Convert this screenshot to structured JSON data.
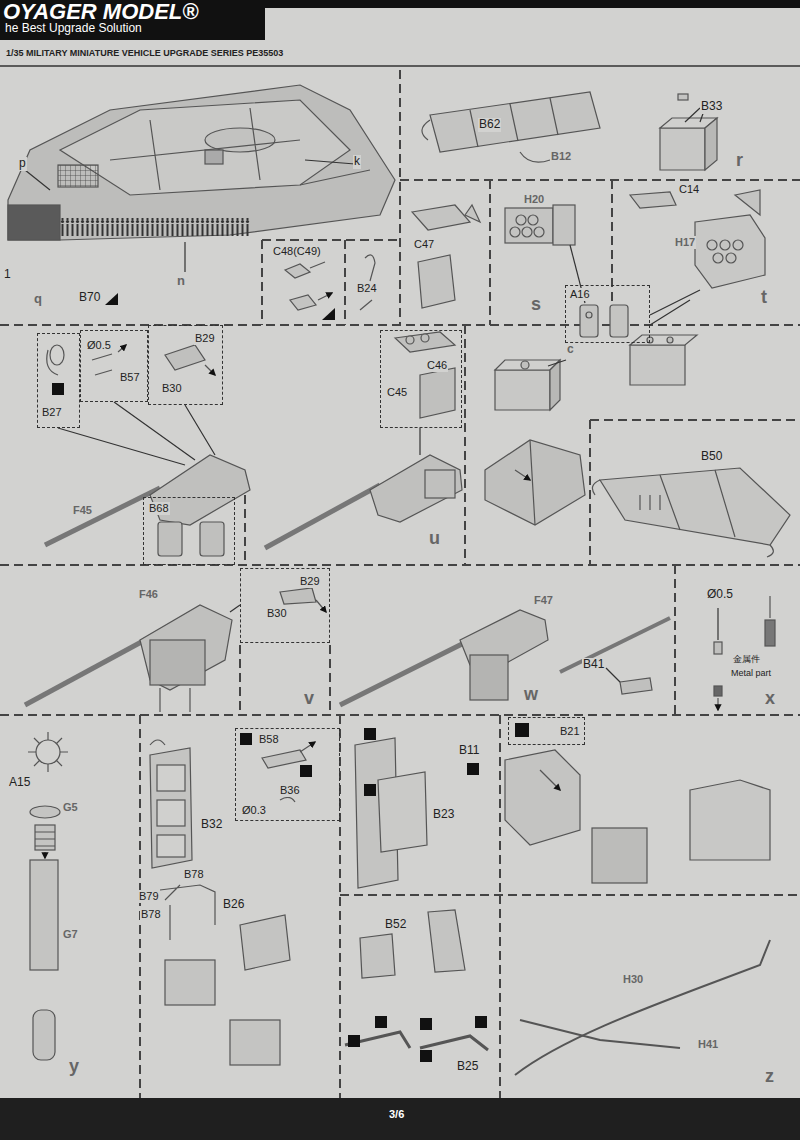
{
  "diagram": {
    "title": "1/35 MILITARY MINIATURE VEHICLE UPGRADE SERIES PE35503",
    "nodes": [
      {
        "text": [
          "A16"
        ]
      },
      {
        "text": [
          "B27"
        ]
      },
      {
        "text": [
          "Ø0.5",
          "B57"
        ]
      },
      {
        "text": [
          "B29",
          "B30"
        ]
      },
      {
        "text": [
          "C46",
          "C45"
        ]
      },
      {
        "text": [
          "B68"
        ]
      },
      {
        "text": [
          "B29",
          "B30"
        ]
      },
      {
        "text": [
          "B58",
          "B36",
          "Ø0.3"
        ]
      },
      {
        "text": [
          "B21"
        ]
      }
    ],
    "labels": [
      "OYAGER MODEL®",
      "he Best Upgrade Solution",
      "p",
      "k",
      "1",
      "q",
      "B70",
      "n",
      "C48(C49)",
      "B24",
      "B62",
      "B12",
      "B33",
      "r",
      "C47",
      "H20",
      "s",
      "C14",
      "H17",
      "t",
      "F45",
      "c",
      "B50",
      "u",
      "F46",
      "v",
      "F47",
      "B41",
      "w",
      "Ø0.5",
      "金属件",
      "Metal part",
      "x",
      "A15",
      "G5",
      "G7",
      "y",
      "B32",
      "B78",
      "B79",
      "B78",
      "B26",
      "B23",
      "B11",
      "B52",
      "B25",
      "H30",
      "H41",
      "z",
      "3/6"
    ]
  }
}
